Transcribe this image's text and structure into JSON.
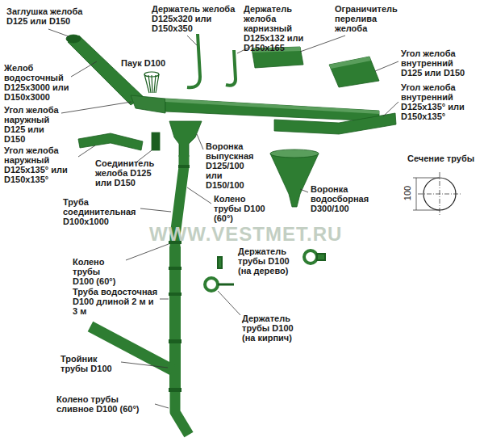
{
  "diagram": {
    "labels": [
      "Заглушка желоба D125 или D150",
      "Держатель желоба D125x320 или D150x350",
      "Держатель желоба карнизный D125x132 или D150x165",
      "Ограничитель перелива желоба",
      "Паук D100",
      "Угол желоба внутренний D125 или D150",
      "Желоб водосточный D125x3000 или D150x3000",
      "Угол желоба наружный D125 или D150",
      "Угол желоба внутренний D125x135° или D150x135°",
      "Сечение трубы",
      "Угол желоба наружный D125x135° или D150x135°",
      "Соединитель желоба D125 или D150",
      "Воронка выпускная D125/100 или D150/100",
      "Колено трубы D100 (60°)",
      "Воронка водосборная D300/100",
      "100",
      "Труба соединительная D100x1000",
      "WWW.VESTMET.RU",
      "Держатель трубы D100 (на дерево)",
      "Колено трубы D100 (60°)",
      "Труба водосточная D100 длиной 2 м и 3 м",
      "Держатель трубы D100 (на кирпич)",
      "Тройник трубы D100",
      "Колено трубы сливное D100 (60°)"
    ]
  }
}
